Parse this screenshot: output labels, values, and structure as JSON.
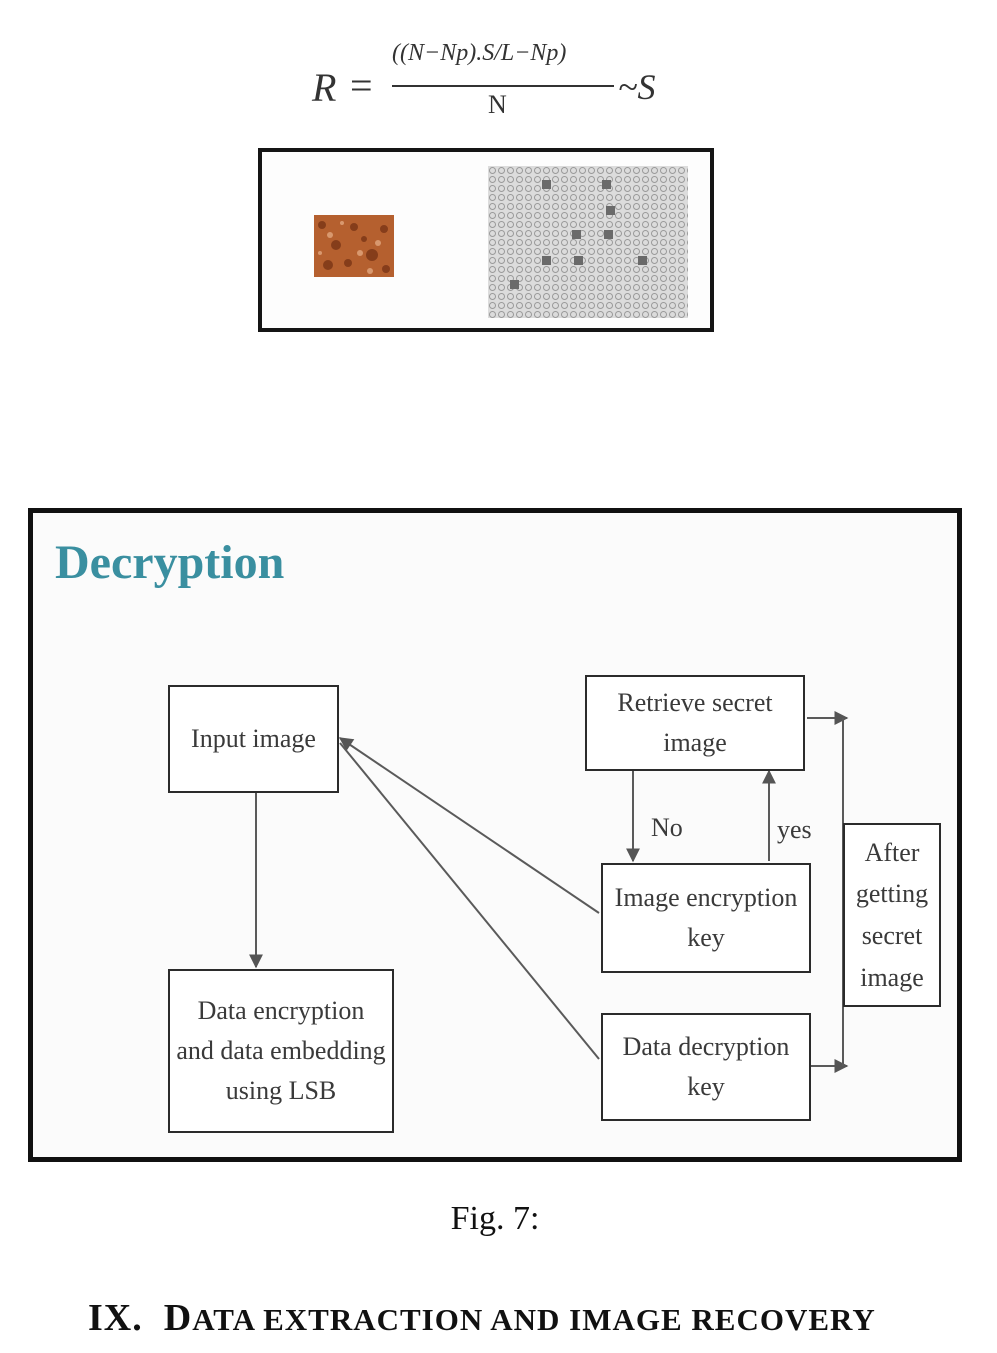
{
  "formula": {
    "lhs": "R",
    "eq": "=",
    "numerator": "((N−Np).S/L−Np)",
    "denominator": "N",
    "approx": "~S"
  },
  "diagram": {
    "title": "Decryption",
    "boxes": {
      "input_image": "Input image",
      "data_encryption": "Data encryption and data embedding using LSB",
      "retrieve_secret": "Retrieve secret image",
      "image_encryption_key": "Image encryption key",
      "data_decryption_key": "Data decryption key",
      "after_getting": "After getting secret image"
    },
    "labels": {
      "no": "No",
      "yes": "yes"
    }
  },
  "caption": "Fig. 7:",
  "section": {
    "number": "IX.",
    "title_initial": "D",
    "title_rest": "ATA EXTRACTION AND IMAGE RECOVERY"
  },
  "colors": {
    "title_accent": "#3a8fa0",
    "thumb_tone": "#b5602f",
    "grid_bg": "#dcdcdc"
  }
}
